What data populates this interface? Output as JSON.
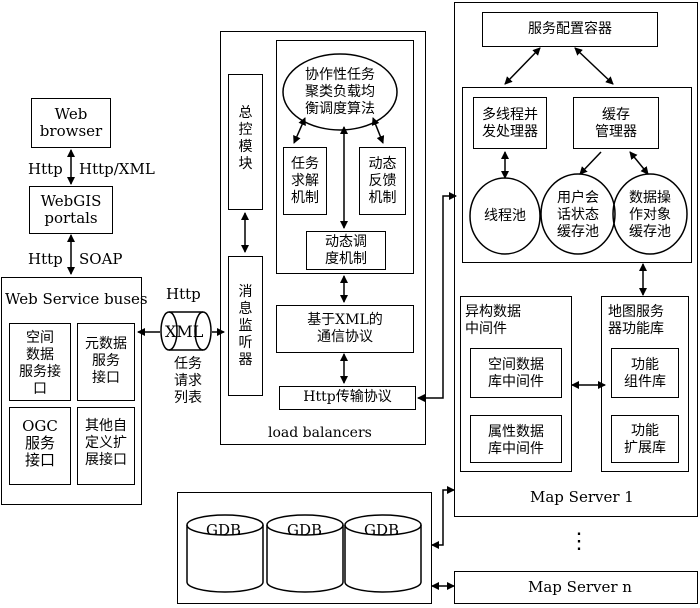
{
  "client": {
    "browser": "Web\nbrowser",
    "portals": "WebGIS\nportals",
    "http1": "Http",
    "http_xml": "Http/XML",
    "http2": "Http",
    "soap": "SOAP"
  },
  "bus": {
    "title": "Web Service buses",
    "cell1": "空间\n数据\n服务接\n口",
    "cell2": "元数据\n服务\n接口",
    "cell3": "OGC\n服务\n接口",
    "cell4": "其他自\n定义扩\n展接口"
  },
  "queue": {
    "http": "Http",
    "xml": "XML",
    "caption": "任务\n请求\n列表"
  },
  "lb": {
    "master": "总\n控\n模\n块",
    "listener": "消\n息\n监\n听\n器",
    "algorithm": "协作性任务\n聚类负载均\n衡调度算法",
    "task": "任务\n求解\n机制",
    "feedback": "动态\n反馈\n机制",
    "schedule": "动态调\n度机制",
    "xmlproto": "基于XML的\n通信协议",
    "httpproto": "Http传输协议",
    "caption": "load balancers"
  },
  "gdb": {
    "items": [
      "GDB",
      "GDB",
      "GDB"
    ]
  },
  "ms": {
    "container": "服务配置容器",
    "multithread": "多线程并\n发处理器",
    "cache_mgr": "缓存\n管理器",
    "threadpool": "线程池",
    "session_cache": "用户会\n话状态\n缓存池",
    "data_cache": "数据操\n作对象\n缓存池",
    "hetero": "异构数据\n中间件",
    "spatial_mw": "空间数据\n库中间件",
    "attr_mw": "属性数据\n库中间件",
    "maplib": "地图服务\n器功能库",
    "func_comp": "功能\n组件库",
    "func_ext": "功能\n扩展库",
    "caption1": "Map Server 1",
    "ellipsis": "⋮",
    "caption_n": "Map Server n"
  }
}
